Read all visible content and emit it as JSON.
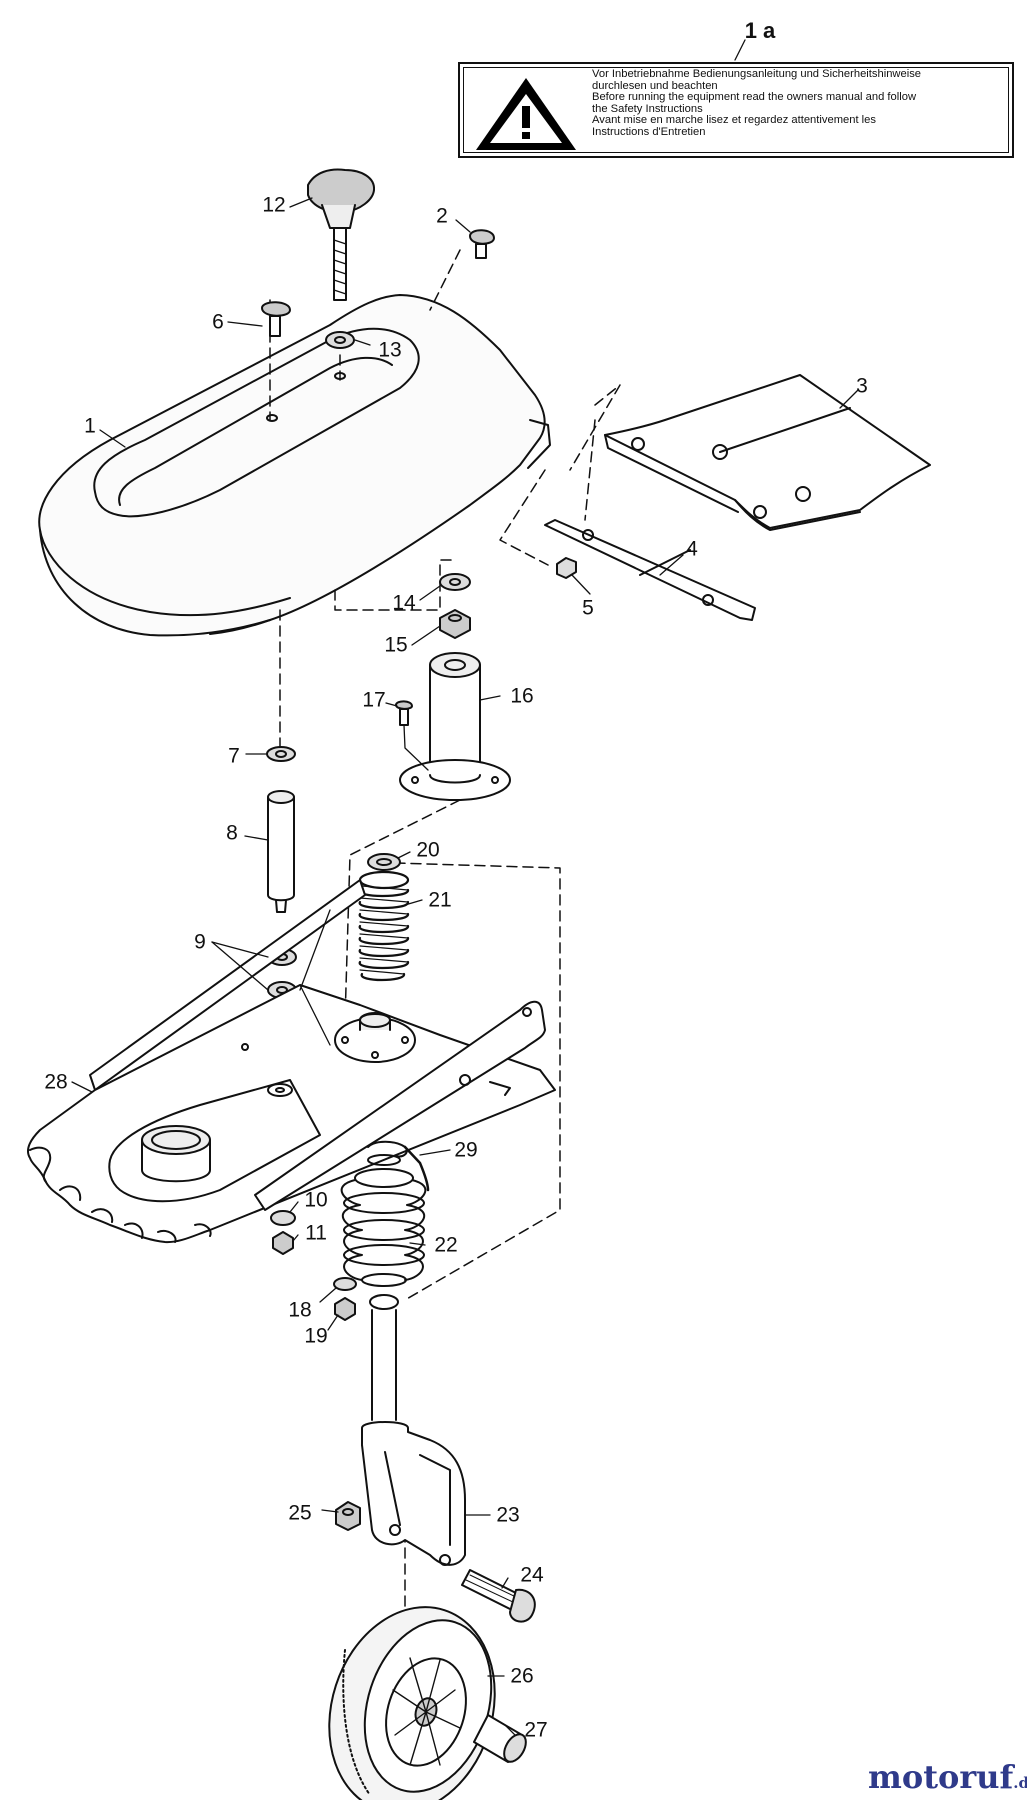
{
  "diagram": {
    "figure_label": "1 a",
    "warning_label": {
      "icon": "warning-triangle-icon",
      "lines": [
        "Vor Inbetriebnahme Bedienungsanleitung und Sicherheitshinweise",
        "durchlesen und beachten",
        "Before running the equipment read the owners manual and follow",
        "the Safety Instructions",
        "Avant mise en marche lisez et regardez attentivement les",
        "Instructions d'Entretien"
      ]
    },
    "callouts": [
      "1",
      "2",
      "3",
      "4",
      "5",
      "6",
      "7",
      "8",
      "9",
      "10",
      "11",
      "12",
      "13",
      "14",
      "15",
      "16",
      "17",
      "18",
      "19",
      "20",
      "21",
      "22",
      "23",
      "24",
      "25",
      "26",
      "27",
      "28",
      "29"
    ],
    "brand": {
      "name": "motoruf",
      "tld": ".de",
      "color": "#2f3a8a"
    }
  }
}
